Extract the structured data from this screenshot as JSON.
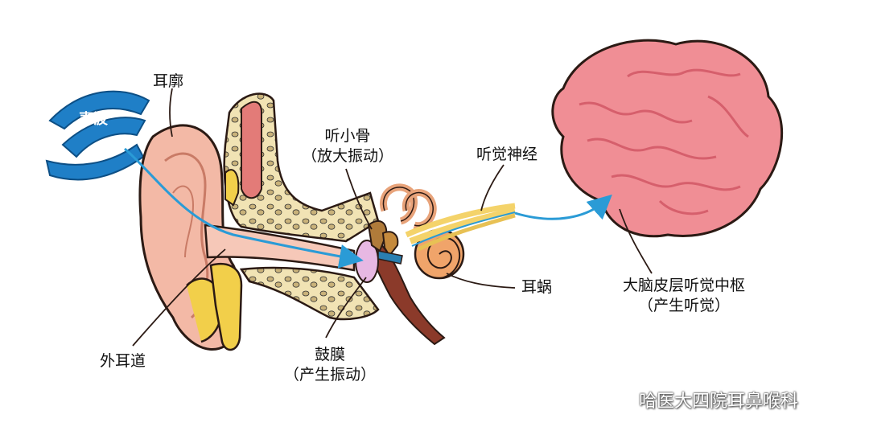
{
  "labels": {
    "sound_wave": "声波",
    "auricle": "耳廓",
    "ossicles": "听小骨",
    "ossicles_note": "（放大振动）",
    "auditory_nerve": "听觉神经",
    "cochlea": "耳蜗",
    "ear_canal": "外耳道",
    "eardrum": "鼓膜",
    "eardrum_note": "（产生振动）",
    "cortex": "大脑皮层听觉中枢",
    "cortex_note": "（产生听觉）"
  },
  "watermark": {
    "text": "哈医大四院耳鼻喉科",
    "icon": "wechat-icon"
  },
  "colors": {
    "skin": "#f3b9a6",
    "skin_dark": "#e59a86",
    "bone": "#f1e3b4",
    "bone_hole": "#c9b27a",
    "wax_yellow": "#f2cf4a",
    "brain": "#f08e95",
    "brain_dark": "#d65f6c",
    "arrow_blue": "#2a9bd6",
    "wave_blue": "#1f7fc7",
    "nerve": "#f4d36a",
    "tube_brown": "#8b3a2a"
  }
}
